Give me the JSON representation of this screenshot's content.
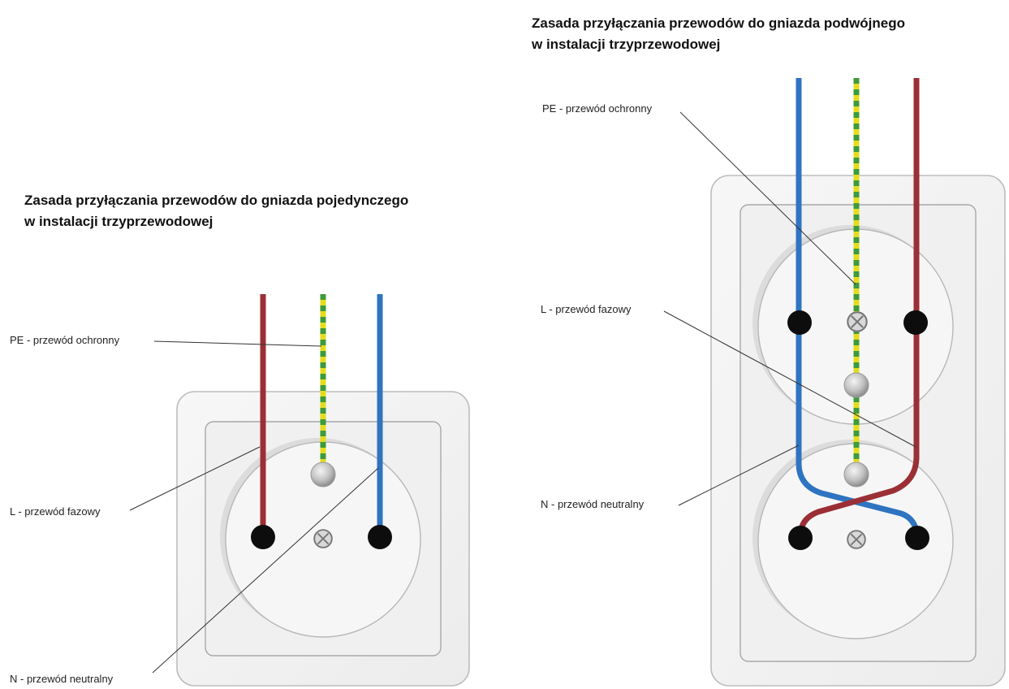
{
  "single": {
    "title_line1": "Zasada przyłączania przewodów do gniazda pojedynczego",
    "title_line2": "w instalacji trzyprzewodowej",
    "label_pe": "PE - przewód ochronny",
    "label_l": "L - przewód fazowy",
    "label_n": "N - przewód neutralny"
  },
  "double": {
    "title_line1": "Zasada przyłączania przewodów do gniazda podwójnego",
    "title_line2": "w instalacji trzyprzewodowej",
    "label_pe": "PE - przewód ochronny",
    "label_l": "L - przewód fazowy",
    "label_n": "N - przewód neutralny"
  },
  "colors": {
    "phase_wire": "#9b2f36",
    "neutral_wire": "#2f74c0",
    "protective_wire_yellow": "#e4dc1e",
    "protective_wire_green": "#3f9a3a"
  }
}
